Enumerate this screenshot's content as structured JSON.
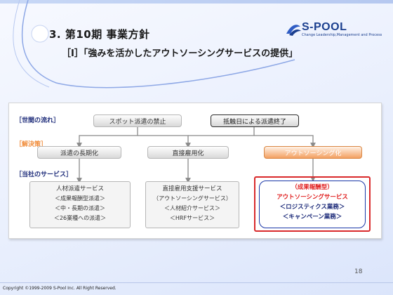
{
  "slide": {
    "title": "3. 第10期  事業方針",
    "subtitle": "［Ⅰ］「強みを活かしたアウトソーシングサービスの提供」",
    "logo": {
      "name": "S-POOL",
      "tagline": "Change Leadership,Management and Process"
    },
    "page_number": "18",
    "copyright": "Copyright ©1999-2009 S-Pool Inc. All Right Reserved."
  },
  "diagram": {
    "section_labels": [
      "［世間の流れ］",
      "［解決策］",
      "［当社のサービス］"
    ],
    "trends": {
      "left": "スポット派遣の禁止",
      "right": "抵触日による派遣終了"
    },
    "solutions": [
      "派遣の長期化",
      "直接雇用化",
      "アウトソーシング化"
    ],
    "services": {
      "left": {
        "head": "人材派遣サービス",
        "lines": [
          "＜成果報酬型派遣＞",
          "＜中・長期の派遣＞",
          "＜26業種への派遣＞"
        ]
      },
      "middle": {
        "head": "直接雇用支援サービス",
        "lines": [
          "（アウトソーシングサービス）",
          "＜人材紹介サービス＞",
          "＜HRFサービス＞"
        ]
      },
      "right": {
        "lines": [
          "（成果報酬型）",
          "アウトソーシングサービス",
          "＜ロジスティクス業務＞",
          "＜キャンペーン業務＞"
        ]
      }
    },
    "colors": {
      "label_dark": "#1e2c7a",
      "label_orange": "#f08c3a",
      "highlight_red": "#d9292b",
      "highlight_blue": "#1a37a8"
    }
  }
}
